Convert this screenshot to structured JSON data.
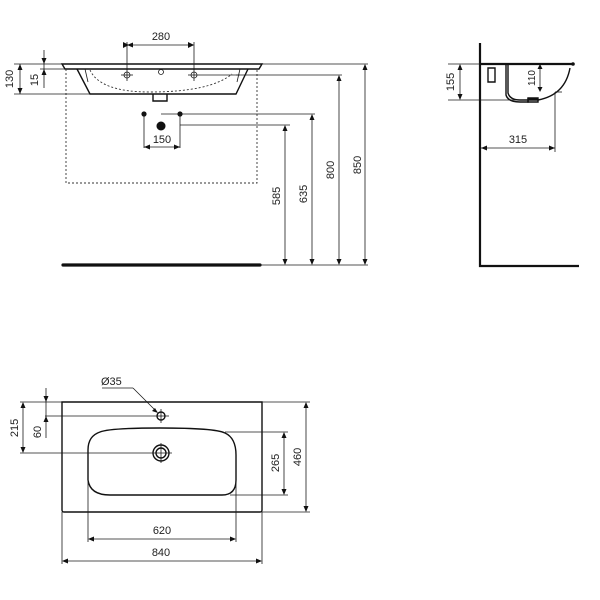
{
  "drawing": {
    "front_view": {
      "tap_hole_spacing": "280",
      "rim_thickness": "15",
      "basin_height": "130",
      "waste_pipe_spacing": "150",
      "heights_from_floor": {
        "supply_pipes": "585",
        "waste_pipe": "635",
        "basin_underside": "800",
        "rim_top": "850"
      }
    },
    "side_view": {
      "overall_height": "155",
      "bowl_depth": "110",
      "wall_to_waste": "315"
    },
    "plan_view": {
      "tap_hole_diameter": "Ø35",
      "tap_hole_from_back": "60",
      "waste_from_back": "215",
      "bowl_depth": "265",
      "overall_depth": "460",
      "bowl_width": "620",
      "overall_width": "840"
    }
  }
}
